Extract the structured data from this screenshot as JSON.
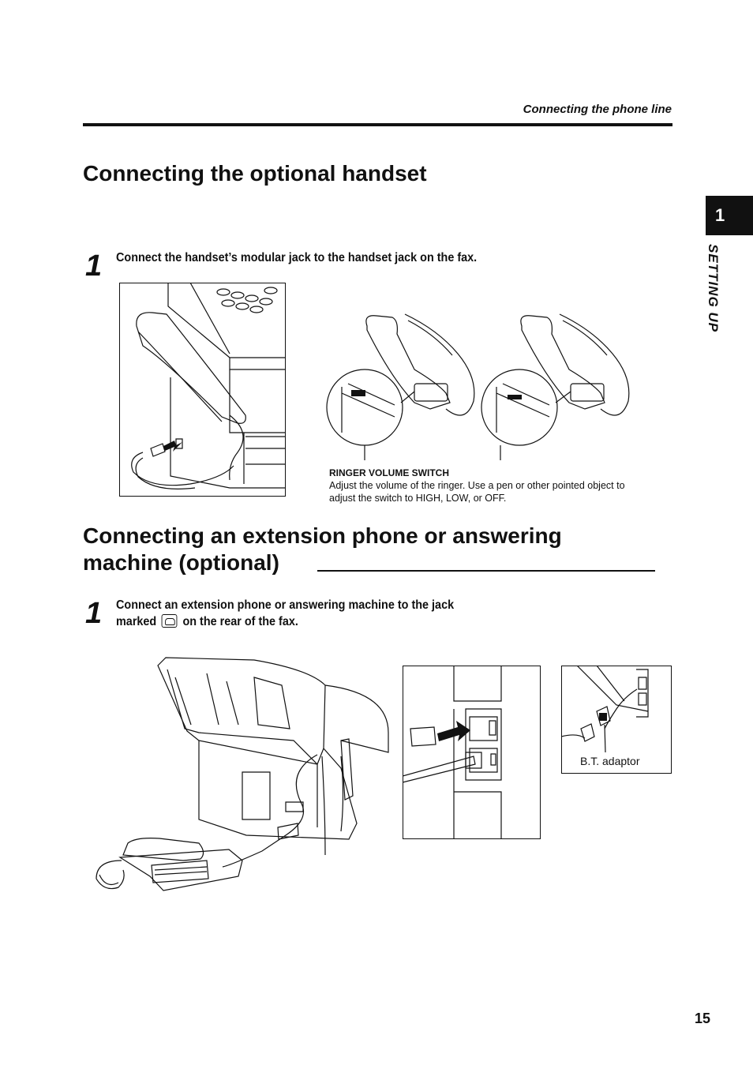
{
  "header": {
    "running_title": "Connecting the phone line"
  },
  "side_tab": {
    "chapter_number": "1",
    "chapter_title": "SETTING UP"
  },
  "section1": {
    "title": "Connecting the optional handset",
    "step": {
      "number": "1",
      "text": "Connect the handset’s modular jack to the handset jack on the fax."
    },
    "callout": {
      "title": "RINGER VOLUME SWITCH",
      "text": "Adjust the volume of the ringer. Use a pen or other pointed object to adjust the switch to HIGH, LOW, or OFF."
    }
  },
  "section2": {
    "title_line1": "Connecting an extension phone or answering",
    "title_line2": "machine (optional)",
    "step": {
      "number": "1",
      "text_line1": "Connect an extension phone or answering machine to the jack",
      "text_before_icon": "marked",
      "text_after_icon": "on the rear of the fax."
    },
    "adaptor_label": "B.T. adaptor"
  },
  "icons": [
    "phone-jack-icon"
  ],
  "footer": {
    "page_number": "15"
  }
}
